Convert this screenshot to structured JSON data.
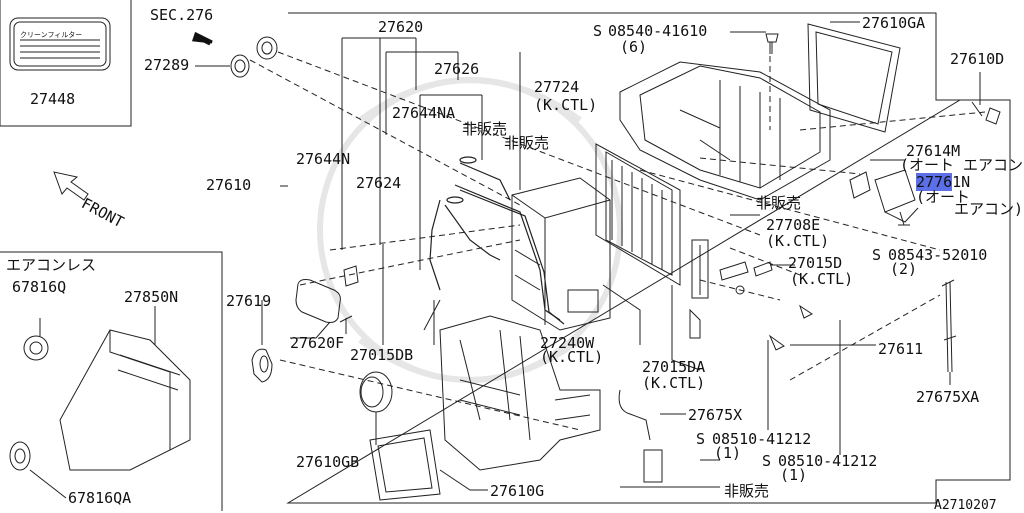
{
  "labels": {
    "sec": "SEC.276",
    "front": "FRONT",
    "aircon_less": "エアコンレス",
    "code": "A2710207",
    "sticker": "クリーンフィルター",
    "p27448": "27448",
    "p27289": "27289",
    "p27610": "27610",
    "p27620": "27620",
    "p27626": "27626",
    "p27644NA": "27644NA",
    "nonsale1": "非販売",
    "nonsale2": "非販売",
    "nonsale3": "非販売",
    "nonsale4": "非販売",
    "p27644N": "27644N",
    "p27624": "27624",
    "p27724": "27724",
    "kctl_27724": "(K.CTL)",
    "screw1": "08540-41610",
    "screw1_qty": "(6)",
    "p27610GA": "27610GA",
    "p27610D": "27610D",
    "p27614M": "27614M",
    "auto_ac1": "(オート エアコン)",
    "p27761N_hl": "2776",
    "p27761N_rest": "1N",
    "auto_ac2a": "(オート",
    "auto_ac2b": "エアコン)",
    "screw2": "08543-52010",
    "screw2_qty": "(2)",
    "p27708E": "27708E",
    "kctl_27708E": "(K.CTL)",
    "p27015D": "27015D",
    "kctl_27015D": "(K.CTL)",
    "p27611": "27611",
    "p27675XA": "27675XA",
    "p27619": "27619",
    "p27620F": "27620F",
    "p27015DB": "27015DB",
    "p27240W": "27240W",
    "kctl_27240W": "(K.CTL)",
    "p27015DA": "27015DA",
    "kctl_27015DA": "(K.CTL)",
    "p27675X": "27675X",
    "screw3": "08510-41212",
    "screw3_qty": "(1)",
    "screw4": "08510-41212",
    "screw4_qty": "(1)",
    "p27610GB": "27610GB",
    "p27610G": "27610G",
    "p67816Q": "67816Q",
    "p27850N": "27850N",
    "p67816QA": "67816QA",
    "s_mark": "S"
  }
}
